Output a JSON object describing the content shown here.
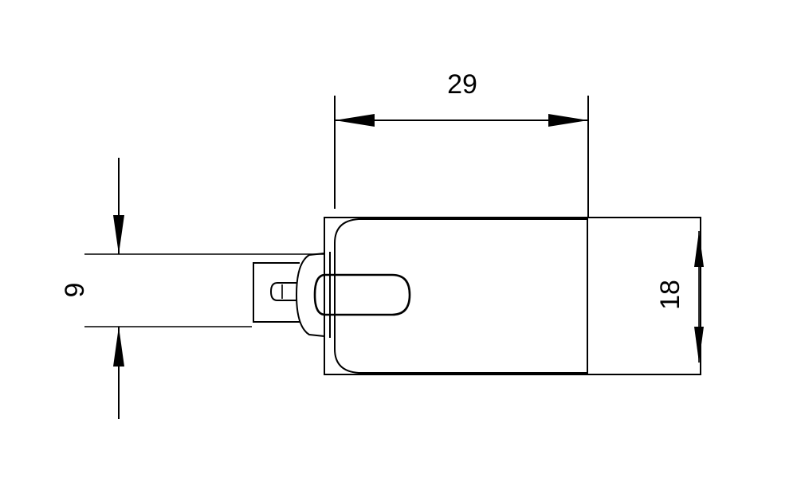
{
  "dimensions": {
    "width_label": "29",
    "height_label": "18",
    "pin_label": "9"
  },
  "colors": {
    "line": "#000000",
    "background": "#ffffff"
  }
}
